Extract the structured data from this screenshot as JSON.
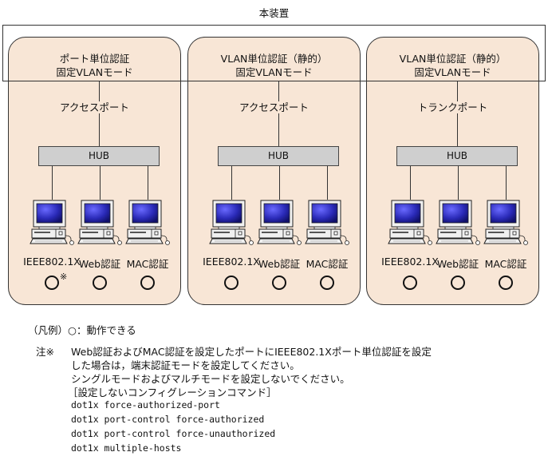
{
  "title": "本装置",
  "panels": [
    {
      "title_line1": "ポート単位認証",
      "title_line2": "固定VLANモード",
      "port_label": "アクセスポート",
      "hub_label": "HUB",
      "devices": [
        {
          "label": "IEEE802.1X",
          "icon": "computer-icon",
          "status": "○",
          "note_mark": "※"
        },
        {
          "label": "Web認証",
          "icon": "computer-icon",
          "status": "○",
          "note_mark": ""
        },
        {
          "label": "MAC認証",
          "icon": "computer-icon",
          "status": "○",
          "note_mark": ""
        }
      ]
    },
    {
      "title_line1": "VLAN単位認証（静的）",
      "title_line2": "固定VLANモード",
      "port_label": "アクセスポート",
      "hub_label": "HUB",
      "devices": [
        {
          "label": "IEEE802.1X",
          "icon": "computer-icon",
          "status": "○",
          "note_mark": ""
        },
        {
          "label": "Web認証",
          "icon": "computer-icon",
          "status": "○",
          "note_mark": ""
        },
        {
          "label": "MAC認証",
          "icon": "computer-icon",
          "status": "○",
          "note_mark": ""
        }
      ]
    },
    {
      "title_line1": "VLAN単位認証（静的）",
      "title_line2": "固定VLANモード",
      "port_label": "トランクポート",
      "hub_label": "HUB",
      "devices": [
        {
          "label": "IEEE802.1X",
          "icon": "computer-icon",
          "status": "○",
          "note_mark": ""
        },
        {
          "label": "Web認証",
          "icon": "computer-icon",
          "status": "○",
          "note_mark": ""
        },
        {
          "label": "MAC認証",
          "icon": "computer-icon",
          "status": "○",
          "note_mark": ""
        }
      ]
    }
  ],
  "legend": {
    "prefix": "（凡例）",
    "symbol": "○",
    "text": "：動作できる"
  },
  "note": {
    "mark": "注※",
    "lines": [
      "Web認証およびMAC認証を設定したポートにIEEE802.1Xポート単位認証を設定",
      "した場合は，端末認証モードを設定してください。",
      "シングルモードおよびマルチモードを設定しないでください。",
      "［設定しないコンフィグレーションコマンド］"
    ],
    "commands": [
      "dot1x force-authorized-port",
      "dot1x port-control force-authorized",
      "dot1x port-control force-unauthorized",
      "dot1x multiple-hosts"
    ]
  },
  "colors": {
    "panel_fill": "#f8e6d6",
    "hub_fill": "#cfcfcf",
    "screen_blue": "#2a2ab8",
    "line": "#333333"
  }
}
